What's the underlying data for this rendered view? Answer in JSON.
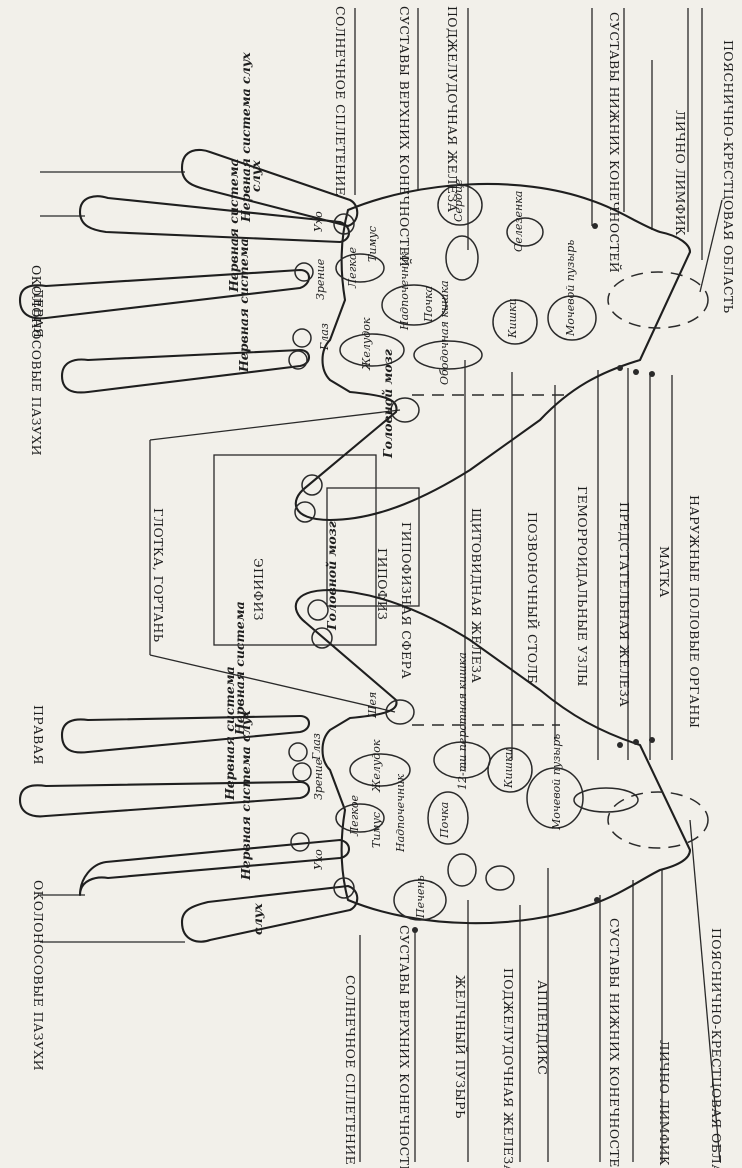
{
  "colors": {
    "paper": "#f2f0ea",
    "ink": "#1e1e1e"
  },
  "top": {
    "heading_left": "ЛЕВАЯ",
    "heading_right": "ПРАВАЯ",
    "left": [
      "ОКОЛОНОСОВЫЕ ПАЗУХИ",
      "СОЛНЕЧНОЕ СПЛЕТЕНИЕ",
      "СУСТАВЫ ВЕРХНИХ КОНЕЧНОСТЕЙ",
      "ПОДЖЕЛУДОЧНАЯ ЖЕЛЕЗА",
      "СУСТАВЫ НИЖНИХ КОНЕЧНОСТЕЙ",
      "ЛИЧНО ЛИМФИК",
      "ПОЯСНИЧНО-КРЕСТЦОВАЯ ОБЛАСТЬ"
    ],
    "right": [
      "ОКОЛОНОСОВЫЕ ПАЗУХИ",
      "СОЛНЕЧНОЕ СПЛЕТЕНИЕ",
      "СУСТАВЫ ВЕРХНИХ КОНЕЧНОСТЕЙ",
      "ЖЕЛЧНЫЙ ПУЗЫРЬ",
      "ПОДЖЕЛУДОЧНАЯ ЖЕЛЕЗА",
      "АППЕНДИКС",
      "СУСТАВЫ НИЖНИХ КОНЕЧНОСТЕЙ",
      "ЛИЧНО ЛИМФИК",
      "ПОЯСНИЧНО-КРЕСТЦОВАЯ ОБЛАСТЬ"
    ]
  },
  "center": {
    "throat": "ГЛОТКА, ГОРТАНЬ",
    "epiphysis": "ЭПИФИЗ",
    "hypophysis": "ГИПОФИЗ",
    "hypophysis_sphere": "ГИПОФИЗНАЯ СФЕРА",
    "bottom": [
      "ЩИТОВИДНАЯ ЖЕЛЕЗА",
      "ПОЗВОНОЧНЫЙ СТОЛБ",
      "ГЕМОРРОИДАЛЬНЫЕ УЗЛЫ",
      "ПРЕДСТАТЕЛЬНАЯ ЖЕЛЕЗА",
      "МАТКА",
      "НАРУЖНЫЕ ПОЛОВЫЕ ОРГАНЫ"
    ]
  },
  "fingers": {
    "nervous": "Нервная система",
    "nervous_hearing": "Нервная система слух",
    "hearing": "слух",
    "vision": "Зрение",
    "ear": "Ухо",
    "eye": "Глаз",
    "brain": "Головной мозг"
  },
  "organs": {
    "lung": "Легкое",
    "thymus": "Тимус",
    "adrenal": "Надпочечник",
    "kidney": "Почка",
    "stomach": "Желудок",
    "colon": "Ободочная кишка",
    "intestine": "Кишки",
    "bladder": "Мочевой пузырь",
    "heart": "Сердце",
    "spleen": "Селезенка",
    "liver": "Печень",
    "neck": "Шея",
    "duodenum": "12-ти перстная кишка"
  }
}
